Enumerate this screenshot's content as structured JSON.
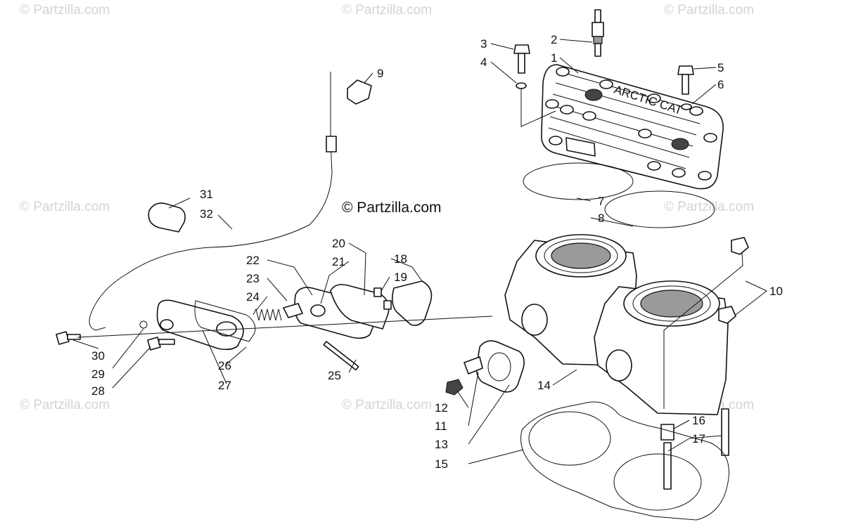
{
  "watermarks": {
    "main": "© Partzilla.com",
    "faint": "© Partzilla.com"
  },
  "callouts": {
    "c1": "1",
    "c2": "2",
    "c3": "3",
    "c4": "4",
    "c5": "5",
    "c6": "6",
    "c7": "7",
    "c8": "8",
    "c9": "9",
    "c10": "10",
    "c11": "11",
    "c12": "12",
    "c13": "13",
    "c14": "14",
    "c15": "15",
    "c16": "16",
    "c17": "17",
    "c18": "18",
    "c19": "19",
    "c20": "20",
    "c21": "21",
    "c22": "22",
    "c23": "23",
    "c24": "24",
    "c25": "25",
    "c26": "26",
    "c27": "27",
    "c28": "28",
    "c29": "29",
    "c30": "30",
    "c31": "31",
    "c32": "32"
  },
  "head_cast_text": "ARCTIC CAT"
}
